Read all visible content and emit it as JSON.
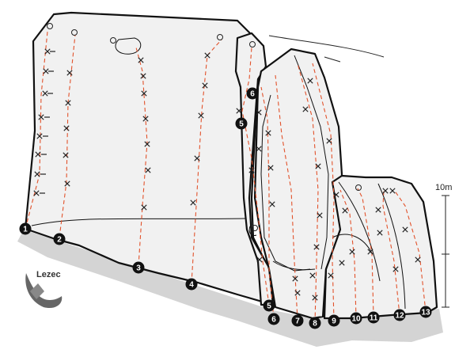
{
  "routes": [
    {
      "number": "1"
    },
    {
      "number": "2"
    },
    {
      "number": "3"
    },
    {
      "number": "4"
    },
    {
      "number": "5"
    },
    {
      "number": "6"
    },
    {
      "number": "7"
    },
    {
      "number": "8"
    },
    {
      "number": "9"
    },
    {
      "number": "10"
    },
    {
      "number": "11"
    },
    {
      "number": "12"
    },
    {
      "number": "13"
    }
  ],
  "scale": {
    "label": "10m"
  },
  "logo": {
    "text": "Lezec"
  },
  "colors": {
    "route": "#e2522b",
    "rock": "#f1f1f1",
    "shadow": "#d4d4d4",
    "outline": "#111111"
  }
}
